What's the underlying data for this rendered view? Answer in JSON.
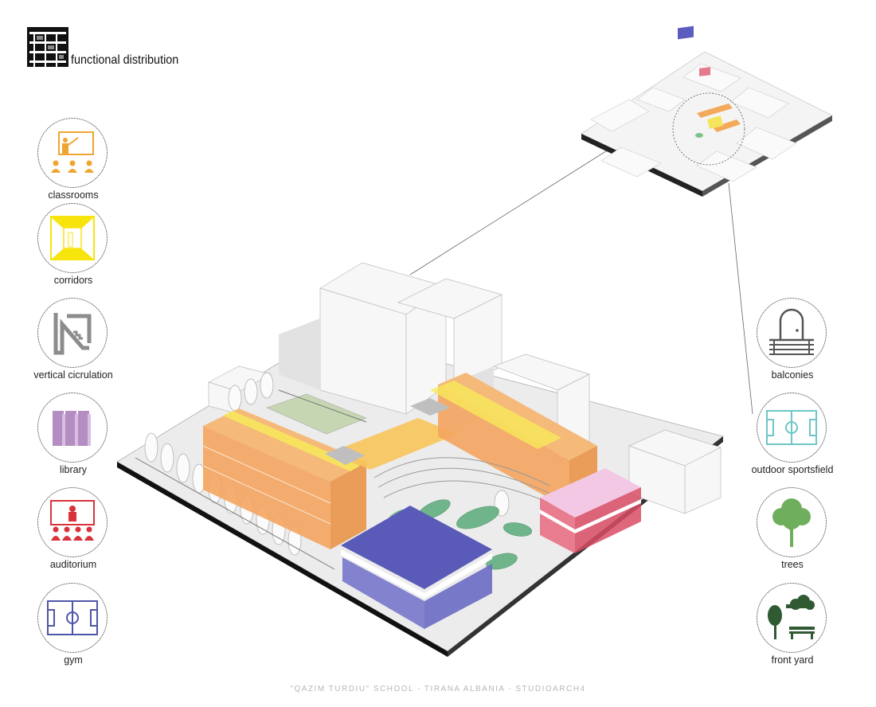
{
  "header": {
    "title": "functional distribution"
  },
  "legend_left": [
    {
      "id": "classrooms",
      "label": "classrooms",
      "icon": "classroom-teacher-icon",
      "color": "#f0a531"
    },
    {
      "id": "corridors",
      "label": "corridors",
      "icon": "corridor-perspective-icon",
      "color": "#f7e40d"
    },
    {
      "id": "vertical-circulation",
      "label": "vertical cicrulation",
      "icon": "staircase-icon",
      "color": "#8c8c8c"
    },
    {
      "id": "library",
      "label": "library",
      "icon": "books-icon",
      "color": "#b48ec2"
    },
    {
      "id": "auditorium",
      "label": "auditorium",
      "icon": "audience-stage-icon",
      "color": "#d8333b"
    },
    {
      "id": "gym",
      "label": "gym",
      "icon": "sports-court-icon",
      "color": "#5055a8"
    }
  ],
  "legend_right": [
    {
      "id": "balconies",
      "label": "balconies",
      "icon": "balcony-door-icon",
      "color": "#555555"
    },
    {
      "id": "outdoor-sportsfield",
      "label": "outdoor sportsfield",
      "icon": "sportsfield-icon",
      "color": "#6ec6c6"
    },
    {
      "id": "trees",
      "label": "trees",
      "icon": "tree-icon",
      "color": "#6fae5c"
    },
    {
      "id": "front-yard",
      "label": "front yard",
      "icon": "park-bench-trees-icon",
      "color": "#2f5a32"
    }
  ],
  "footer": {
    "caption": "\"QAZIM TURDIU\" SCHOOL - TIRANA ALBANIA - STUDIOARCH4"
  }
}
